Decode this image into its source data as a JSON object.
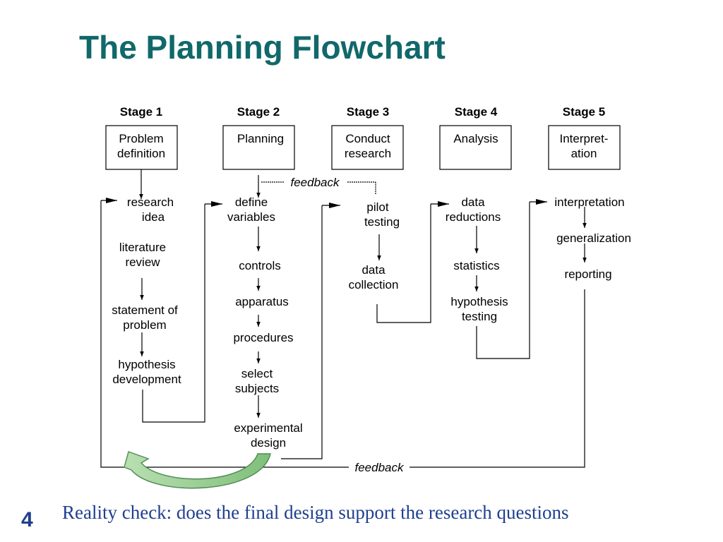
{
  "title": "The Planning Flowchart",
  "stages": [
    {
      "label": "Stage 1",
      "box": [
        "Problem",
        "definition"
      ],
      "steps": [
        [
          "research",
          "idea"
        ],
        [
          "literature",
          "review"
        ],
        [
          "statement of",
          "problem"
        ],
        [
          "hypothesis",
          "development"
        ]
      ]
    },
    {
      "label": "Stage 2",
      "box": [
        "Planning"
      ],
      "steps": [
        [
          "define",
          "variables"
        ],
        [
          "controls"
        ],
        [
          "apparatus"
        ],
        [
          "procedures"
        ],
        [
          "select",
          "subjects"
        ],
        [
          "experimental",
          "design"
        ]
      ]
    },
    {
      "label": "Stage 3",
      "box": [
        "Conduct",
        "research"
      ],
      "steps": [
        [
          "pilot",
          "testing"
        ],
        [
          "data",
          "collection"
        ]
      ]
    },
    {
      "label": "Stage 4",
      "box": [
        "Analysis"
      ],
      "steps": [
        [
          "data",
          "reductions"
        ],
        [
          "statistics"
        ],
        [
          "hypothesis",
          "testing"
        ]
      ]
    },
    {
      "label": "Stage 5",
      "box": [
        "Interpret-",
        "ation"
      ],
      "steps": [
        [
          "interpretation"
        ],
        [
          "generalization"
        ],
        [
          "reporting"
        ]
      ]
    }
  ],
  "feedback_top": "feedback",
  "feedback_bottom": "feedback",
  "caption": "Reality check: does the final design support the research questions",
  "page_number": "4",
  "colors": {
    "title": "#11686a",
    "caption": "#1f3f8f",
    "arrow_fill": "#a5d6a0",
    "arrow_stroke": "#4e8a54"
  }
}
